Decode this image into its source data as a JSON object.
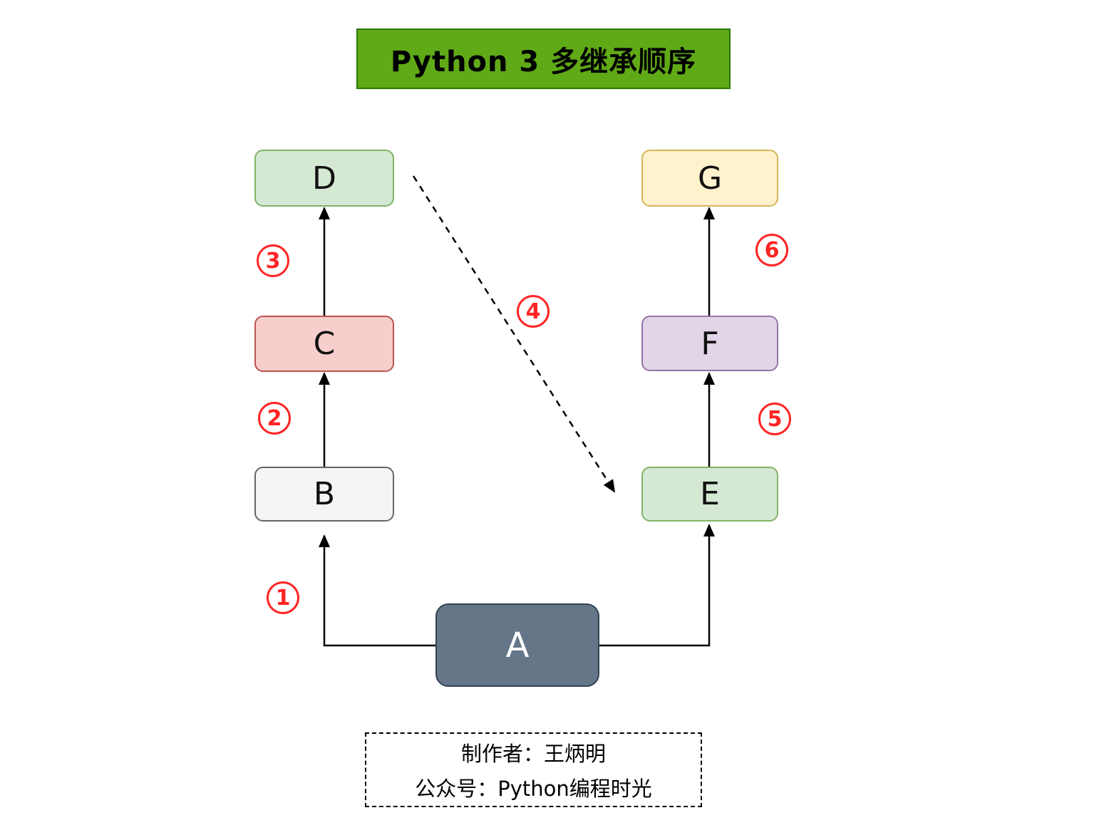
{
  "title": {
    "text": "Python 3 多继承顺序",
    "bg": "#60a917",
    "border": "#2d7600"
  },
  "nodes": {
    "A": {
      "label": "A",
      "fill": "#647687",
      "stroke": "#314354",
      "text_color": "#ffffff"
    },
    "B": {
      "label": "B",
      "fill": "#f5f5f5",
      "stroke": "#666666",
      "text_color": "#111111"
    },
    "C": {
      "label": "C",
      "fill": "#f8cecc",
      "stroke": "#b85450",
      "text_color": "#111111"
    },
    "D": {
      "label": "D",
      "fill": "#d5e8d4",
      "stroke": "#82b366",
      "text_color": "#111111"
    },
    "E": {
      "label": "E",
      "fill": "#d5e8d4",
      "stroke": "#82b366",
      "text_color": "#111111"
    },
    "F": {
      "label": "F",
      "fill": "#e1d5e7",
      "stroke": "#9673a6",
      "text_color": "#111111"
    },
    "G": {
      "label": "G",
      "fill": "#fff2cc",
      "stroke": "#d6b656",
      "text_color": "#111111"
    }
  },
  "edges": [
    {
      "from": "A",
      "to": "B",
      "label": "1",
      "style": "solid"
    },
    {
      "from": "B",
      "to": "C",
      "label": "2",
      "style": "solid"
    },
    {
      "from": "C",
      "to": "D",
      "label": "3",
      "style": "solid"
    },
    {
      "from": "D",
      "to": "E",
      "label": "4",
      "style": "dashed"
    },
    {
      "from": "E",
      "to": "F",
      "label": "5",
      "style": "solid"
    },
    {
      "from": "F",
      "to": "G",
      "label": "6",
      "style": "solid"
    },
    {
      "from": "A",
      "to": "E",
      "label": "",
      "style": "solid"
    }
  ],
  "badge_color": "#ff2424",
  "credit": {
    "line1": "制作者：王炳明",
    "line2": "公众号：Python编程时光"
  }
}
